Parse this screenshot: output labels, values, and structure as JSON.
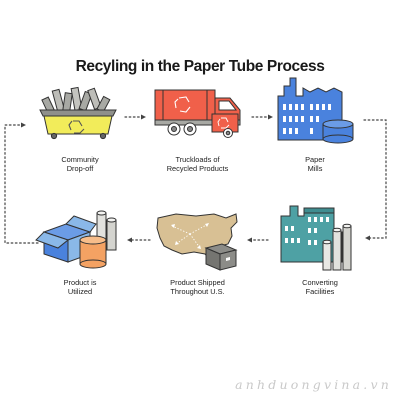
{
  "title": "Recyling in the Paper Tube Process",
  "steps": [
    {
      "id": "community",
      "lines": [
        "Community",
        "Drop-off"
      ]
    },
    {
      "id": "trucks",
      "lines": [
        "Truckloads of",
        "Recycled Products"
      ]
    },
    {
      "id": "mills",
      "lines": [
        "Paper",
        "Mills"
      ]
    },
    {
      "id": "converting",
      "lines": [
        "Converting",
        "Facilities"
      ]
    },
    {
      "id": "shipped",
      "lines": [
        "Product Shipped",
        "Throughout U.S."
      ]
    },
    {
      "id": "utilized",
      "lines": [
        "Product is",
        "Utilized"
      ]
    }
  ],
  "watermark": "anhduongvina.vn",
  "colors": {
    "yellow": "#f2ec5a",
    "gray": "#a8a9a4",
    "red": "#f0604a",
    "orange": "#f4a263",
    "blue": "#4a82dd",
    "teal": "#4ea1a4",
    "tan": "#d8c094",
    "lightblue": "#8ab8e8"
  }
}
